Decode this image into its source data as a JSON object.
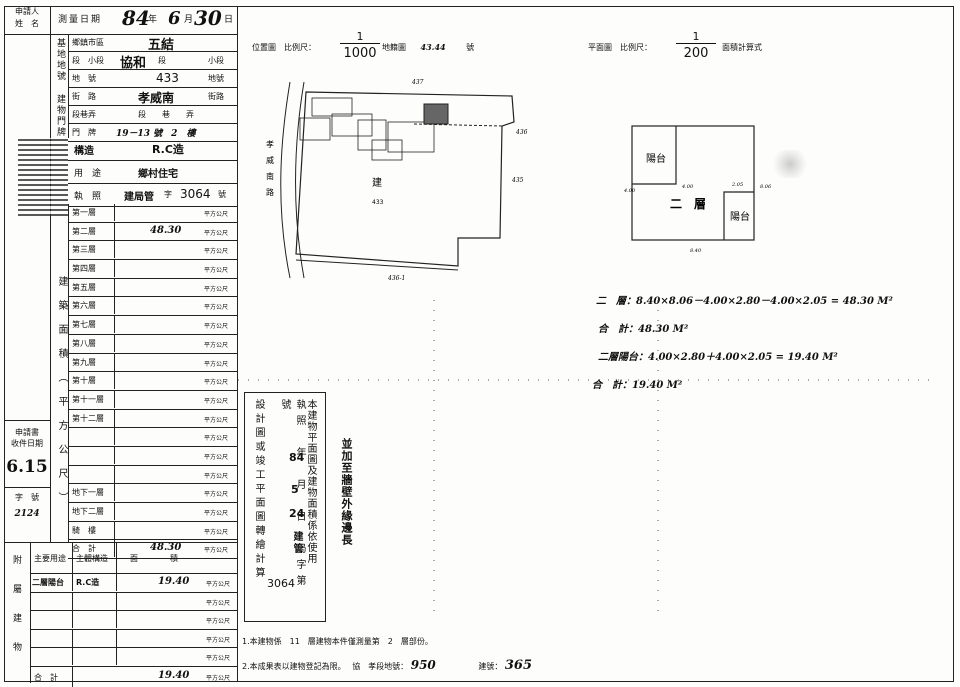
{
  "header": {
    "applicant_label": "申請人",
    "name_label": "姓　名",
    "survey_date_label": "測量日期",
    "survey_year": "84",
    "year_unit": "年",
    "survey_month": "6",
    "month_unit": "月",
    "survey_day": "30",
    "day_unit": "日"
  },
  "location": {
    "section_label": "基地地號",
    "district_label": "鄉鎮市區",
    "district_value": "五結",
    "segment_label": "段　小段",
    "segment_value": "協和",
    "segment_unit1": "段",
    "segment_unit2": "小段",
    "lot_label": "地　號",
    "lot_value": "433",
    "lot_unit": "地號",
    "doorplate_label": "建物門牌",
    "street_label": "街　路",
    "street_value": "孝威南",
    "street_unit": "街路",
    "lane_label": "段巷弄",
    "lane_value": "段　　巷　　弄",
    "number_label": "門　牌",
    "number_value": "19－13 號　2　樓"
  },
  "building": {
    "structure_label": "構造",
    "structure_value": "R.C造",
    "use_label": "用　途",
    "use_value": "鄉村住宅",
    "license_label": "執　照",
    "license_value": "建局管",
    "license_word": "字",
    "license_number": "3064",
    "license_unit": "號",
    "area_section_label": "建築面積（平方公尺）",
    "unit_sqm": "平方公尺"
  },
  "floors": [
    {
      "label": "第一層",
      "value": ""
    },
    {
      "label": "第二層",
      "value": "48.30"
    },
    {
      "label": "第三層",
      "value": ""
    },
    {
      "label": "第四層",
      "value": ""
    },
    {
      "label": "第五層",
      "value": ""
    },
    {
      "label": "第六層",
      "value": ""
    },
    {
      "label": "第七層",
      "value": ""
    },
    {
      "label": "第八層",
      "value": ""
    },
    {
      "label": "第九層",
      "value": ""
    },
    {
      "label": "第十層",
      "value": ""
    },
    {
      "label": "第十一層",
      "value": ""
    },
    {
      "label": "第十二層",
      "value": ""
    },
    {
      "label": "",
      "value": ""
    },
    {
      "label": "",
      "value": ""
    },
    {
      "label": "",
      "value": ""
    },
    {
      "label": "地下一層",
      "value": ""
    },
    {
      "label": "地下二層",
      "value": ""
    },
    {
      "label": "騎　樓",
      "value": ""
    },
    {
      "label": "合　計",
      "value": "48.30"
    }
  ],
  "application": {
    "label1": "申請書",
    "label2": "收件日期",
    "date_value": "6.15",
    "number_label": "字　號",
    "number_value": "2124"
  },
  "annex": {
    "side_label": "附屬建物",
    "use_header": "主要用途",
    "structure_header": "主體構造",
    "area_header": "面　　　　積",
    "rows": [
      {
        "use": "二層陽台",
        "structure": "R.C造",
        "value": "19.40"
      },
      {
        "use": "",
        "structure": "",
        "value": ""
      },
      {
        "use": "",
        "structure": "",
        "value": ""
      },
      {
        "use": "",
        "structure": "",
        "value": ""
      },
      {
        "use": "",
        "structure": "",
        "value": ""
      }
    ],
    "total_label": "合　計",
    "total_value": "19.40"
  },
  "location_map": {
    "title": "位置圖　比例尺：",
    "scale_num": "1",
    "scale_den": "1000",
    "ref_label": "地籍圖",
    "ref_value": "43.44",
    "ref_unit": "號",
    "road_label": "孝威南路",
    "lot_label": "433",
    "lot_char": "建",
    "dim_top": "437",
    "dim_right1": "436",
    "dim_right2": "435",
    "dim_bottom": "436-1"
  },
  "floor_plan": {
    "title": "平面圖　比例尺：",
    "scale_num": "1",
    "scale_den": "200",
    "calc_label": "面積計算式",
    "balcony1": "陽台",
    "floor_label": "二　層",
    "balcony2": "陽台",
    "dim_a": "4.00",
    "dim_b": "8.40",
    "dim_c": "2.05",
    "dim_d": "8.06",
    "dim_e": "4.00"
  },
  "calculations": [
    "二　層：8.40×8.06－4.00×2.80－4.00×2.05 = 48.30 M²",
    "合　計：48.30 M²",
    "二層陽台：4.00×2.80＋4.00×2.05 = 19.40 M²",
    "合　計：19.40 M²"
  ],
  "stamp": {
    "col1": "本建物平面圖及建物面積係依使用",
    "col2": "執照　年　月　日　局字第　號",
    "col2_year": "84",
    "col2_month": "5",
    "col2_day": "24",
    "col2_word": "建管",
    "col3": "設計圖或竣工平面圖轉繪計算",
    "col3_number": "3064",
    "note": "並加至牆壁外緣邊長"
  },
  "footnotes": {
    "line1": "1.本建物係　11　層建物本件僅測量第　2　層部份。",
    "line2": "2.本成果表以建物登記為限。",
    "seg_label": "協　孝段地號：",
    "seg_value": "950",
    "build_label": "建號：",
    "build_value": "365"
  }
}
